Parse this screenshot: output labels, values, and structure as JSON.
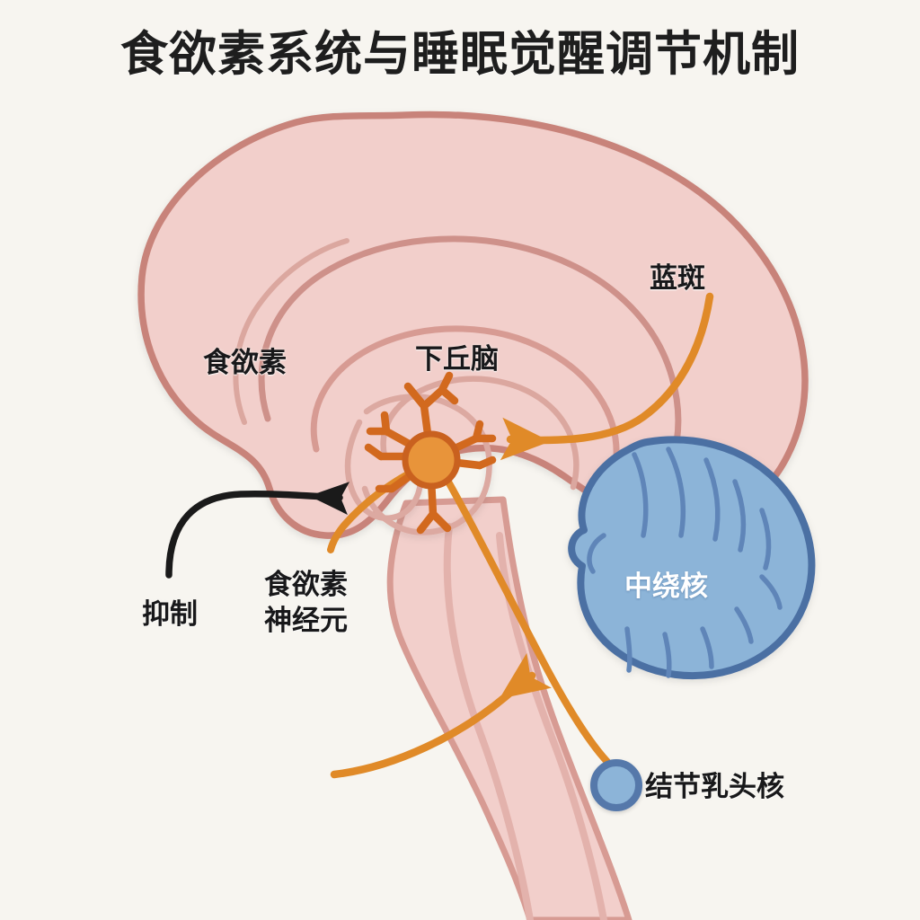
{
  "page": {
    "title": "食欲素系统与睡眠觉醒调节机制",
    "background_color": "#F7F5F0"
  },
  "palette": {
    "brain_fill": "#F2CFCB",
    "brain_stroke": "#C8837A",
    "brain_inner_stroke": "#D79B93",
    "cerebellum_fill": "#8CB4D8",
    "cerebellum_stroke": "#4C6FA3",
    "cerebellum_folia": "#5E85B8",
    "neuron_soma_fill": "#E8943A",
    "neuron_stroke": "#C9611F",
    "axon_orange": "#E08A28",
    "inhibit_black": "#1A1A1A",
    "label_dark": "#18181A",
    "label_light": "#FFFFFF"
  },
  "labels": {
    "orexin": "食欲素",
    "hypothalamus": "下丘脑",
    "locus_coeruleus": "蓝斑",
    "orexin_neuron_line1": "食欲素",
    "orexin_neuron_line2": "神经元",
    "inhibition": "抑制",
    "raphe_nucleus": "中绕核",
    "tuberomammillary_nucleus": "结节乳头核"
  },
  "structures": [
    {
      "name": "cerebrum",
      "label": "食欲素",
      "color": "#F2CFCB"
    },
    {
      "name": "hypothalamus",
      "label": "下丘脑",
      "color": "#F2CFCB"
    },
    {
      "name": "locus-coeruleus",
      "label": "蓝斑",
      "color": "#E08A28"
    },
    {
      "name": "orexin-neuron",
      "label": "食欲素神经元",
      "color": "#E8943A"
    },
    {
      "name": "raphe-nucleus",
      "label": "中绕核",
      "color": "#8CB4D8"
    },
    {
      "name": "tuberomammillary-nucleus",
      "label": "结节乳头核",
      "color": "#8CB4D8"
    }
  ],
  "connections": [
    {
      "name": "inhibition-arrow",
      "label": "抑制",
      "color": "#1A1A1A",
      "style": "curved-arrow",
      "direction": "right"
    },
    {
      "name": "locus-coeruleus-arrow",
      "label": "蓝斑",
      "color": "#E08A28",
      "style": "curved-arrow",
      "direction": "left"
    },
    {
      "name": "ascending-arrow",
      "label": "",
      "color": "#E08A28",
      "style": "curved-arrow",
      "direction": "up-right"
    },
    {
      "name": "tmn-projection",
      "label": "结节乳头核",
      "color": "#E08A28",
      "style": "curve",
      "direction": "down-right"
    }
  ]
}
